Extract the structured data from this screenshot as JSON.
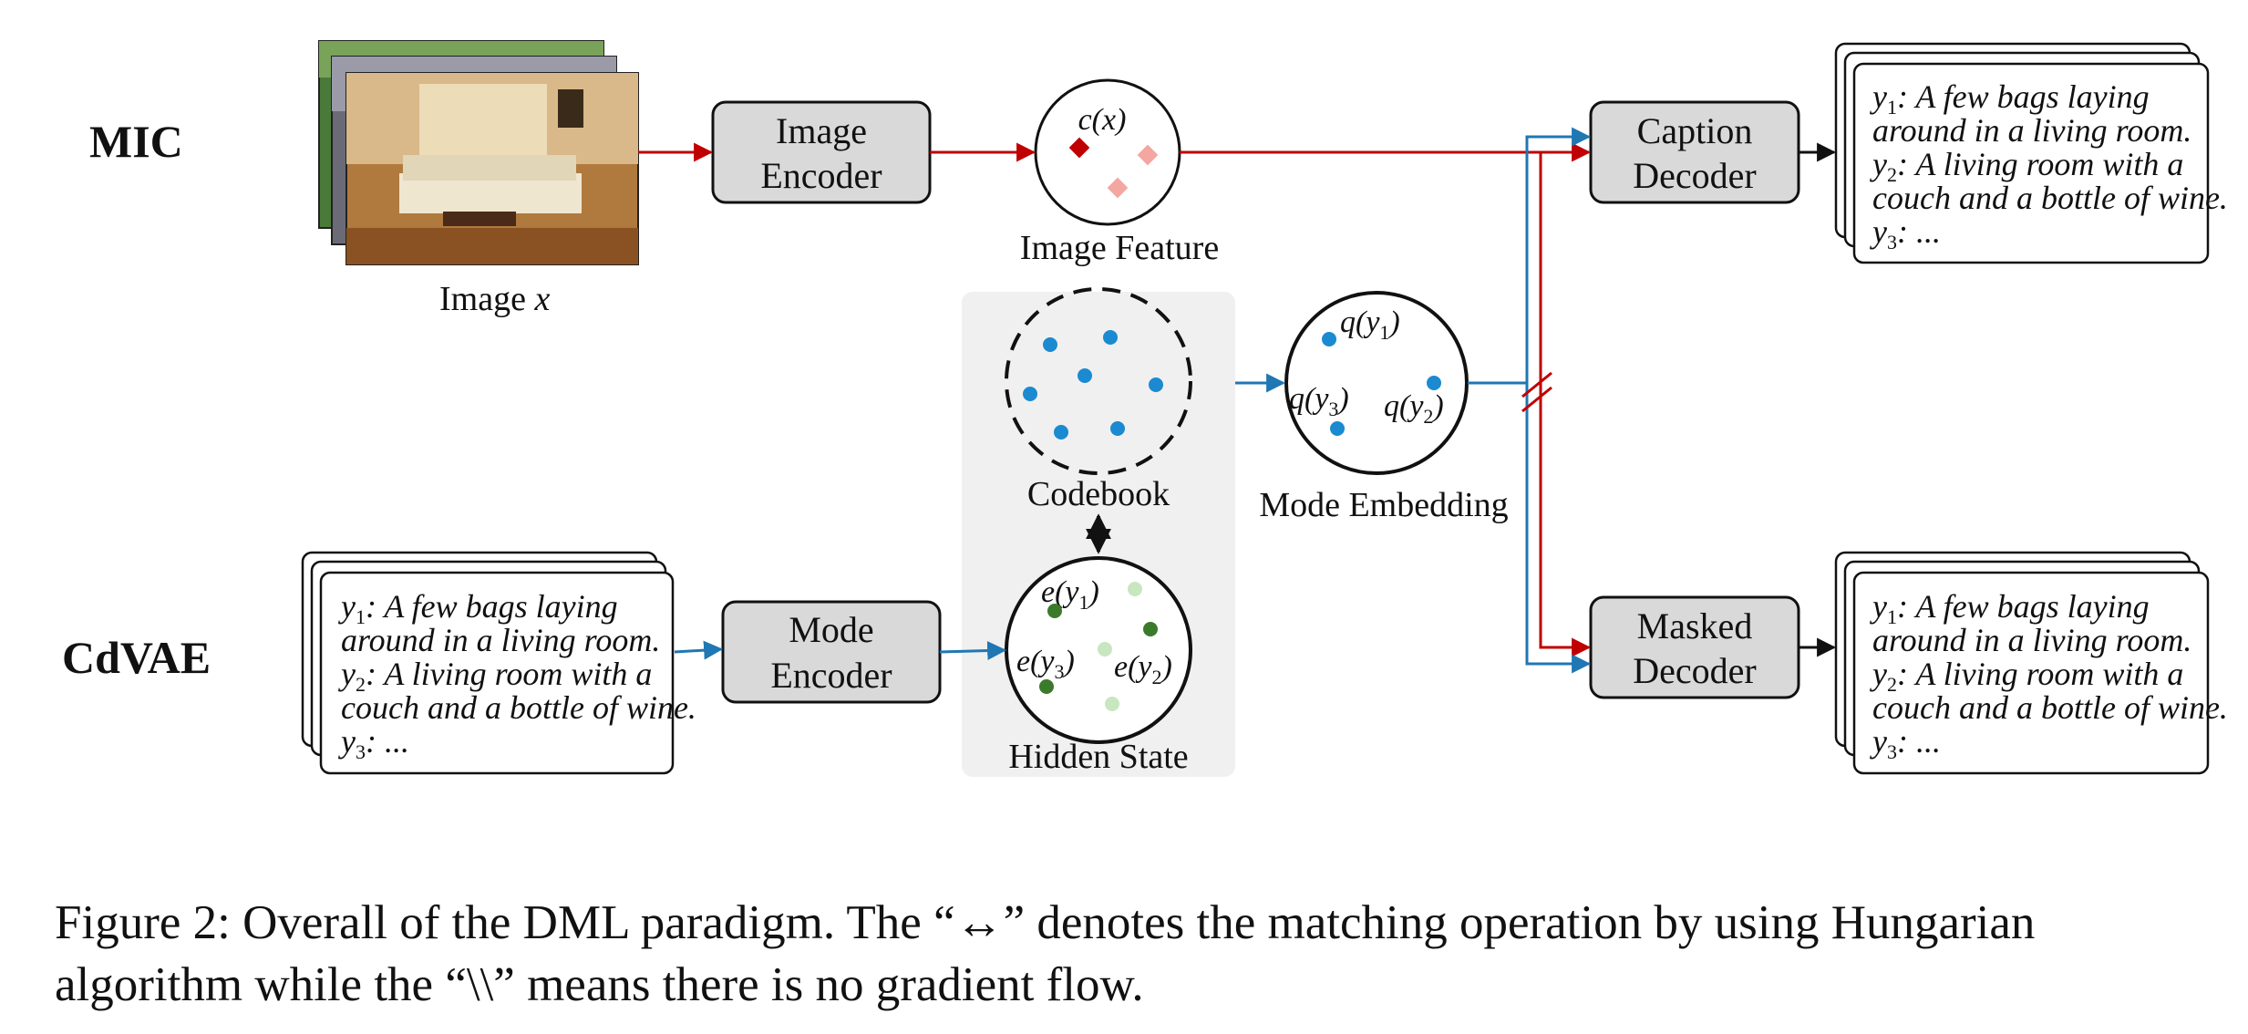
{
  "rows": {
    "top": "MIC",
    "bottom": "CdVAE"
  },
  "image": {
    "label_prefix": "Image ",
    "label_var": "x"
  },
  "blocks": {
    "image_encoder": [
      "Image",
      "Encoder"
    ],
    "mode_encoder": [
      "Mode",
      "Encoder"
    ],
    "caption_decoder": [
      "Caption",
      "Decoder"
    ],
    "masked_decoder": [
      "Masked",
      "Decoder"
    ]
  },
  "nodes": {
    "image_feature": {
      "label": "Image Feature",
      "point": "c(x)"
    },
    "codebook": {
      "label": "Codebook"
    },
    "mode_embedding": {
      "label": "Mode Embedding",
      "points": [
        "q(y",
        "1",
        ")",
        "q(y",
        "3",
        ")",
        "q(y",
        "2",
        ")"
      ]
    },
    "hidden_state": {
      "label": "Hidden State",
      "points": [
        "e(y",
        "1",
        ")",
        "e(y",
        "3",
        ")",
        "e(y",
        "2",
        ")"
      ]
    }
  },
  "captions": [
    {
      "var": "y",
      "sub": "1",
      "text": ": A few bags laying"
    },
    {
      "text": "around in a living room."
    },
    {
      "var": "y",
      "sub": "2",
      "text": ": A living room with a"
    },
    {
      "text": "couch and a bottle of wine."
    },
    {
      "var": "y",
      "sub": "3",
      "text": ": ..."
    }
  ],
  "figure_caption": "Figure 2: Overall of the DML paradigm. The “↔” denotes the matching operation by using Hungarian algorithm while the “\\\\” means there is no gradient flow.",
  "colors": {
    "red": "#c00000",
    "blue": "#1f77b4",
    "box_fill": "#d9d9d9",
    "panel": "#f0f0f0",
    "dot_blue": "#1b8ad0",
    "dark_green": "#3b7a2a",
    "light_green": "#c8e6c0"
  }
}
